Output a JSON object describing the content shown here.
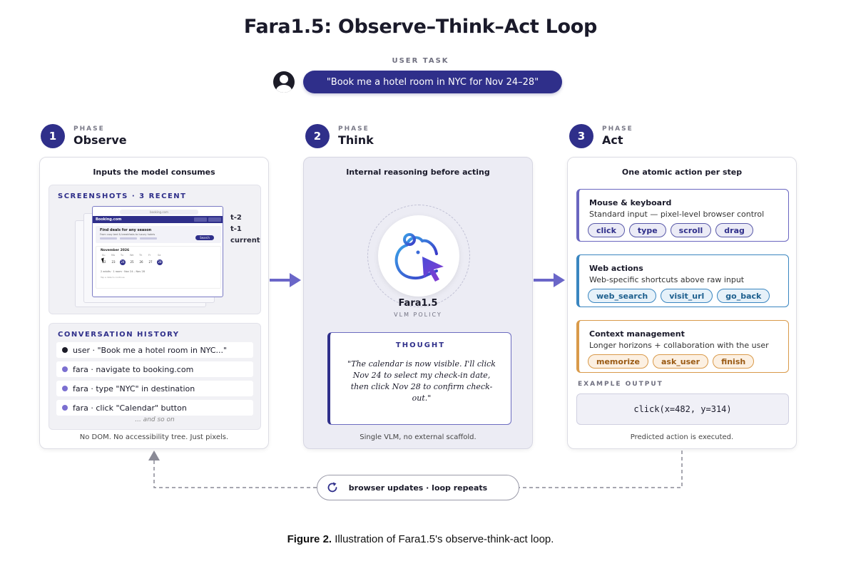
{
  "title": "Fara1.5: Observe–Think–Act Loop",
  "user_task": {
    "label": "USER TASK",
    "text": "\"Book me a hotel room in NYC for Nov 24–28\""
  },
  "phases": [
    {
      "number": "1",
      "small": "PHASE",
      "name": "Observe"
    },
    {
      "number": "2",
      "small": "PHASE",
      "name": "Think"
    },
    {
      "number": "3",
      "small": "PHASE",
      "name": "Act"
    }
  ],
  "observe": {
    "title": "Inputs the model consumes",
    "screenshots_label": "SCREENSHOTS · 3 RECENT",
    "screenshot": {
      "url": "booking.com",
      "brand": "Booking.com",
      "headline": "Find deals for any season",
      "subhead": "From cozy bed & breakfasts to luxury hotels",
      "search": "Search",
      "month": "November 2026",
      "days": [
        "Su",
        "Mo",
        "Tu",
        "We",
        "Th",
        "Fr",
        "Sa"
      ],
      "dates": [
        "22",
        "23",
        "24",
        "25",
        "26",
        "27",
        "28"
      ],
      "note": "2 adults · 1 room · Nov 24 – Nov 28",
      "note2": "Tap a date to continue"
    },
    "time_labels": [
      "t-2",
      "t-1",
      "current"
    ],
    "history_label": "CONVERSATION HISTORY",
    "history": [
      {
        "text": "user · \"Book me a hotel room in NYC...\"",
        "dot": "#1c1c28"
      },
      {
        "text": "fara · navigate to booking.com",
        "dot": "#7b6fd0"
      },
      {
        "text": "fara · type \"NYC\" in destination",
        "dot": "#7b6fd0"
      },
      {
        "text": "fara · click \"Calendar\" button",
        "dot": "#7b6fd0"
      }
    ],
    "history_more": "... and so on",
    "footer": "No DOM. No accessibility tree. Just pixels."
  },
  "think": {
    "title": "Internal reasoning before acting",
    "model_name": "Fara1.5",
    "model_sub": "VLM POLICY",
    "thought_label": "THOUGHT",
    "thought": "\"The calendar is now visible. I'll click Nov 24 to select my check-in date, then click Nov 28 to confirm check-out.\"",
    "footer": "Single VLM, no external scaffold."
  },
  "act": {
    "title": "One atomic action per step",
    "groups": [
      {
        "title": "Mouse & keyboard",
        "desc": "Standard input — pixel-level browser control",
        "chips": [
          "click",
          "type",
          "scroll",
          "drag"
        ],
        "style": "purple"
      },
      {
        "title": "Web actions",
        "desc": "Web-specific shortcuts above raw input",
        "chips": [
          "web_search",
          "visit_url",
          "go_back"
        ],
        "style": "blue"
      },
      {
        "title": "Context management",
        "desc": "Longer horizons + collaboration with the user",
        "chips": [
          "memorize",
          "ask_user",
          "finish"
        ],
        "style": "orange"
      }
    ],
    "example_label": "EXAMPLE OUTPUT",
    "example": "click(x=482, y=314)",
    "footer": "Predicted action is executed."
  },
  "loop": {
    "text": "browser updates · loop repeats"
  },
  "caption": {
    "bold": "Figure 2.",
    "text": " Illustration of Fara1.5's observe-think-act loop."
  },
  "colors": {
    "accent": "#2f2f8a",
    "purple": "#7b6fd0",
    "blue": "#3a86c0",
    "orange": "#d99a4a"
  },
  "icons": [
    "user-icon",
    "mouse-cursor-logo-icon",
    "refresh-icon",
    "arrow-right-icon"
  ]
}
